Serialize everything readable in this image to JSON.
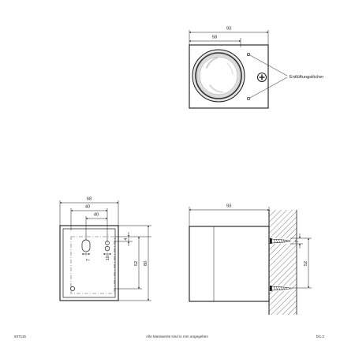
{
  "top_view": {
    "dim_width": "93",
    "dim_lens": "58",
    "callout": "Entlüftungslöcher"
  },
  "front_view": {
    "dim_width": "68",
    "dim_inner": "40",
    "dim_holes": "40",
    "dim_hole_small": "7",
    "dim_hole_offset": "10",
    "dim_hole_top": "4",
    "dim_height_inner": "52",
    "dim_height": "80"
  },
  "side_view": {
    "dim_width": "93",
    "dim_hole_gap": "7",
    "dim_mount": "52"
  },
  "footer": {
    "code": "637115",
    "note": "Alle Masswerte sind in mm angegeben",
    "page": "bl1.2"
  }
}
